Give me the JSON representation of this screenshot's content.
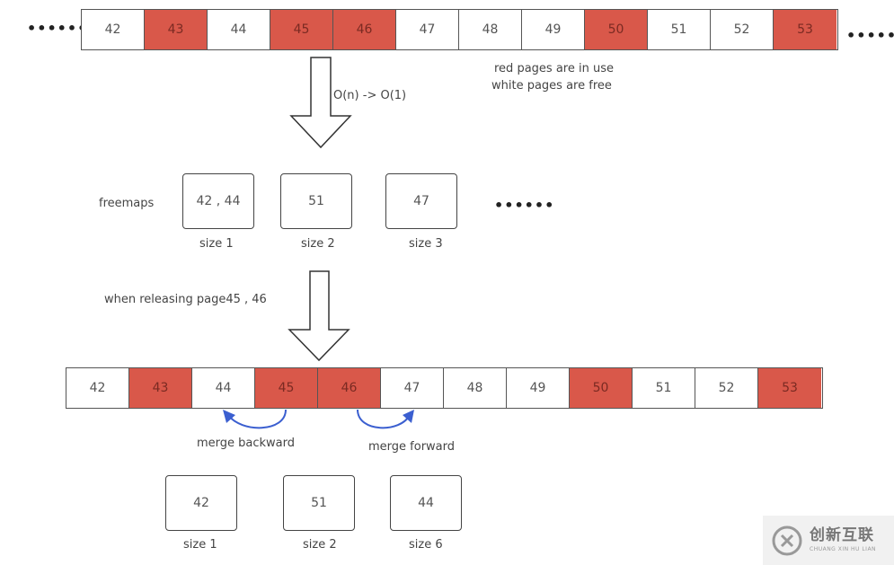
{
  "top_row": {
    "leading_dots": "••••••",
    "trailing_dots": "••••••",
    "pages": [
      {
        "label": "42",
        "used": false
      },
      {
        "label": "43",
        "used": true
      },
      {
        "label": "44",
        "used": false
      },
      {
        "label": "45",
        "used": true
      },
      {
        "label": "46",
        "used": true
      },
      {
        "label": "47",
        "used": false
      },
      {
        "label": "48",
        "used": false
      },
      {
        "label": "49",
        "used": false
      },
      {
        "label": "50",
        "used": true
      },
      {
        "label": "51",
        "used": false
      },
      {
        "label": "52",
        "used": false
      },
      {
        "label": "53",
        "used": true
      }
    ]
  },
  "legend": {
    "line1": "red pages are in use",
    "line2": "white pages are free",
    "used_color": "#d9584a",
    "free_color": "#ffffff"
  },
  "arrow1_label": "O(n) -> O(1)",
  "freemaps": {
    "label": "freemaps",
    "dots": "••••••",
    "boxes": [
      {
        "value": "42 , 44",
        "size": "size 1"
      },
      {
        "value": "51",
        "size": "size 2"
      },
      {
        "value": "47",
        "size": "size 3"
      }
    ]
  },
  "release_label": "when releasing page45 , 46",
  "bottom_row": {
    "pages": [
      {
        "label": "42",
        "used": false
      },
      {
        "label": "43",
        "used": true
      },
      {
        "label": "44",
        "used": false
      },
      {
        "label": "45",
        "used": true
      },
      {
        "label": "46",
        "used": true
      },
      {
        "label": "47",
        "used": false
      },
      {
        "label": "48",
        "used": false
      },
      {
        "label": "49",
        "used": false
      },
      {
        "label": "50",
        "used": true
      },
      {
        "label": "51",
        "used": false
      },
      {
        "label": "52",
        "used": false
      },
      {
        "label": "53",
        "used": true
      }
    ]
  },
  "merge": {
    "backward": "merge backward",
    "forward": "merge forward",
    "arrow_color": "#3b5fd0"
  },
  "result": {
    "boxes": [
      {
        "value": "42",
        "size": "size 1"
      },
      {
        "value": "51",
        "size": "size 2"
      },
      {
        "value": "44",
        "size": "size 6"
      }
    ]
  },
  "watermark": {
    "text": "创新互联",
    "sub": "CHUANG XIN HU LIAN"
  }
}
